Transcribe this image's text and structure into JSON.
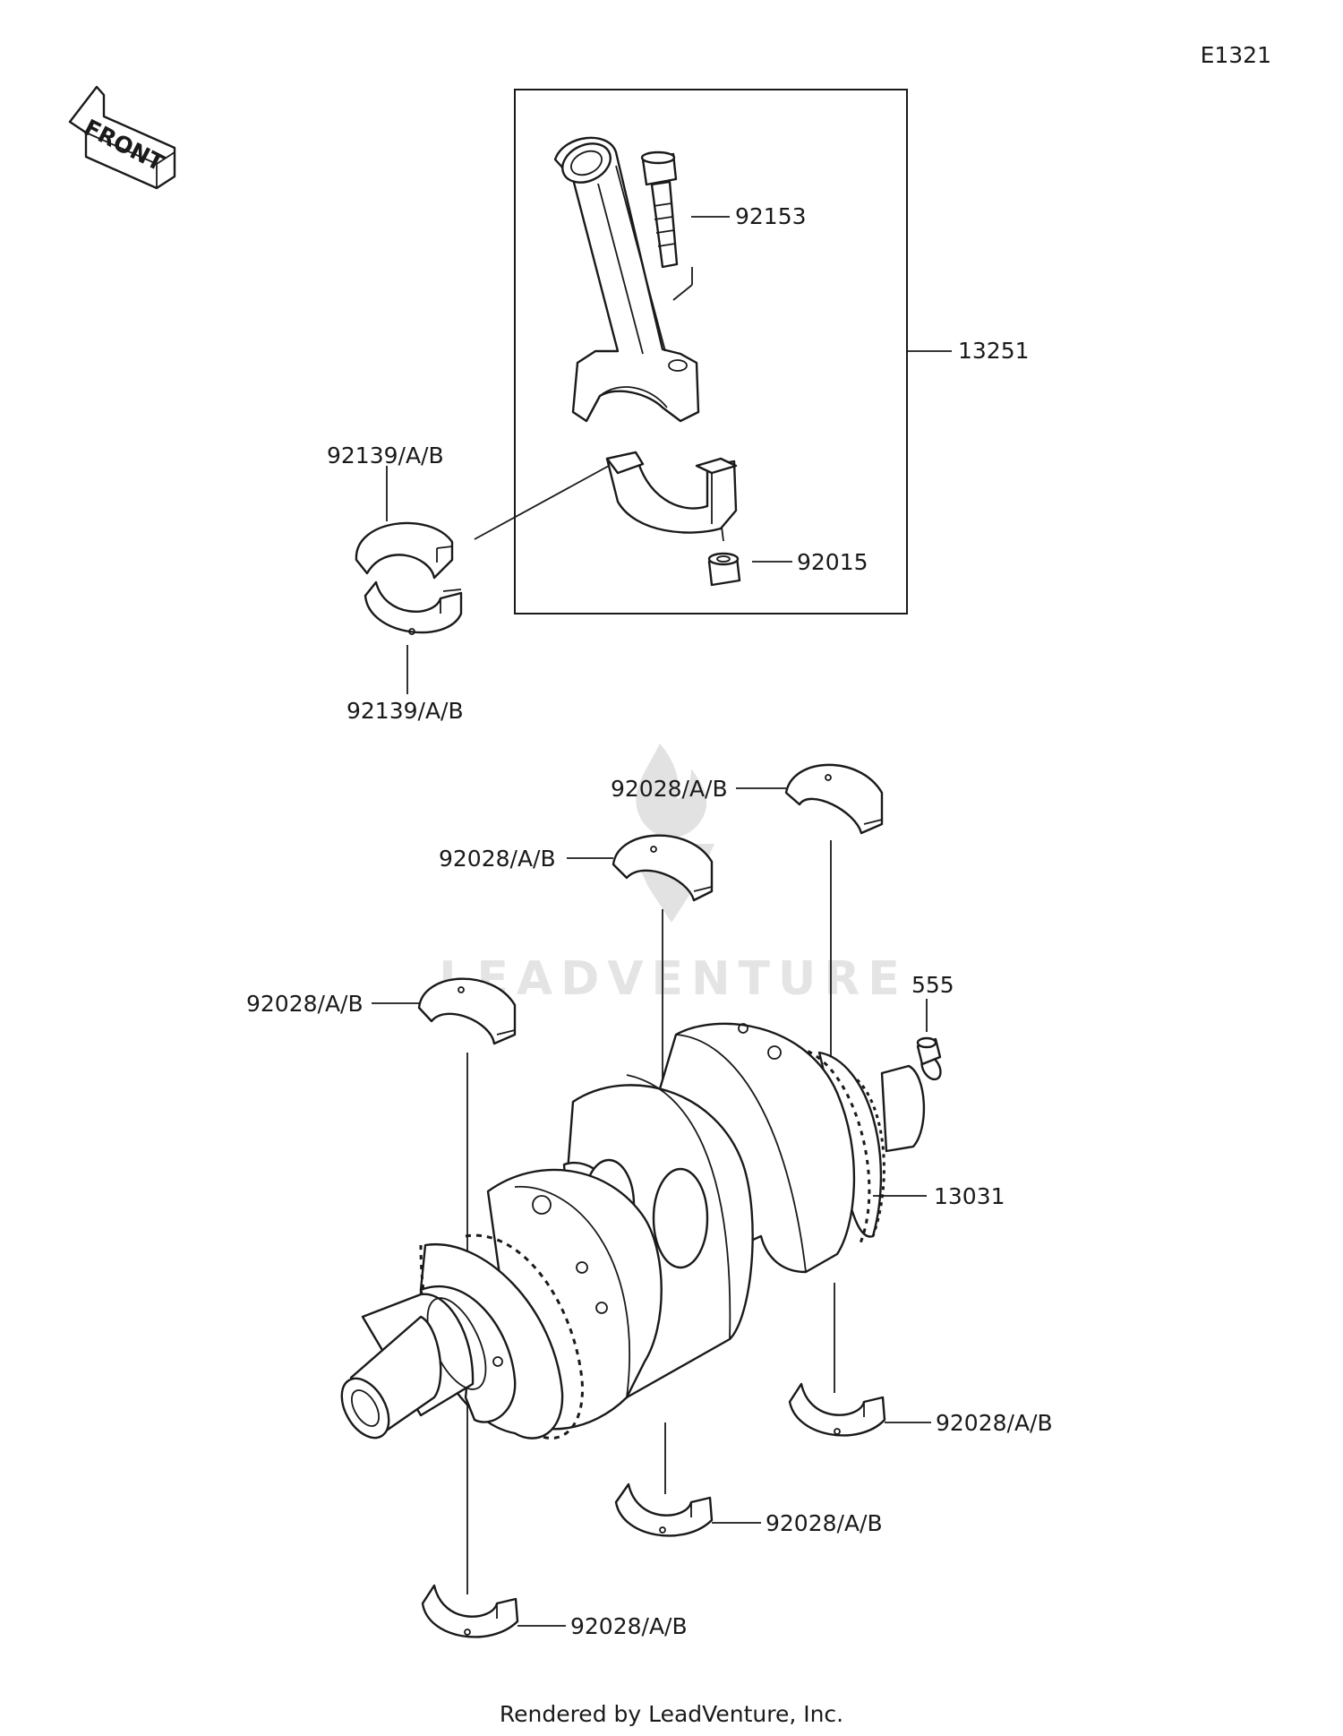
{
  "diagram_code": "E1321",
  "front_label": "FRONT",
  "watermark_text": "LEADVENTURE",
  "footer": "Rendered by LeadVenture, Inc.",
  "callouts": {
    "p92153": "92153",
    "p13251": "13251",
    "p92139_upper": "92139/A/B",
    "p92139_lower": "92139/A/B",
    "p92015": "92015",
    "p555": "555",
    "p13031": "13031",
    "p92028_top": "92028/A/B",
    "p92028_upper_mid": "92028/A/B",
    "p92028_upper_left": "92028/A/B",
    "p92028_lower_right": "92028/A/B",
    "p92028_lower_mid": "92028/A/B",
    "p92028_lower_left": "92028/A/B"
  },
  "colors": {
    "line": "#1a1a1a",
    "watermark": "#e2e2e2",
    "background": "#ffffff"
  }
}
